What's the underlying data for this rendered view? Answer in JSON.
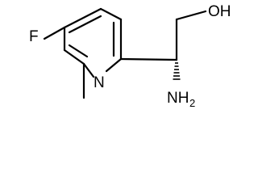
{
  "molecule": {
    "atoms": {
      "fluorine": "F",
      "ring_nitrogen": "N",
      "hydroxyl": "OH",
      "amino": "NH",
      "amino_subscript": "2"
    }
  }
}
